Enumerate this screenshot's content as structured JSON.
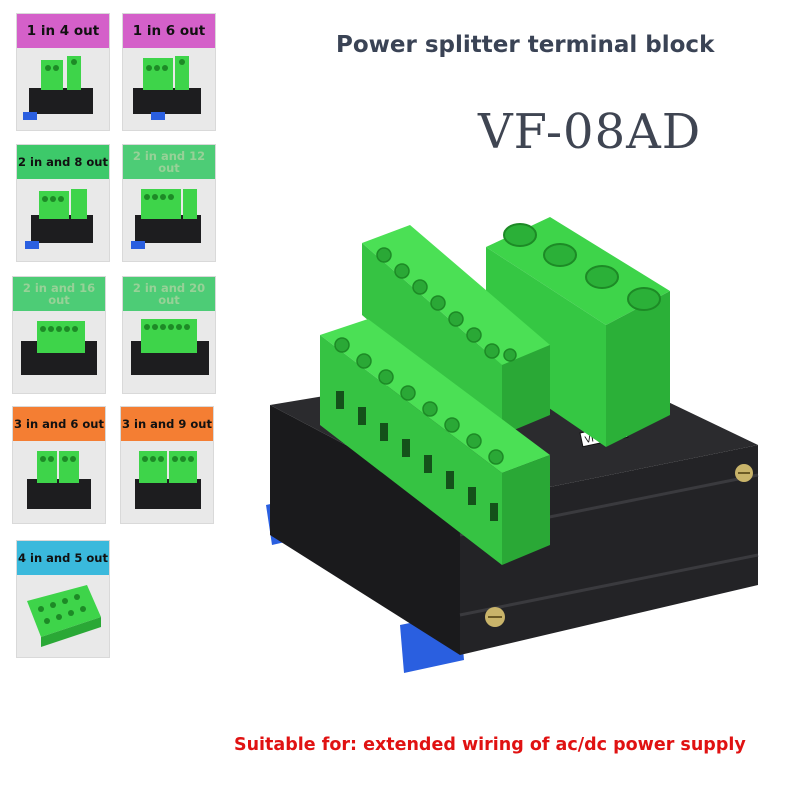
{
  "title": "Power splitter terminal block",
  "model": "VF-08AD",
  "footer": "Suitable for: extended wiring of ac/dc power supply",
  "product_label": "VF-08AD",
  "variants": [
    {
      "label": "1 in 4 out",
      "color": "#d460c9"
    },
    {
      "label": "1 in 6 out",
      "color": "#d460c9"
    },
    {
      "label": "2 in and 8 out",
      "color": "#3dc96a"
    },
    {
      "label": "2 in and 12 out",
      "color": "#3dc96a"
    },
    {
      "label": "2 in and 16 out",
      "color": "#3dc96a"
    },
    {
      "label": "2 in and 20 out",
      "color": "#3dc96a"
    },
    {
      "label": "3 in and 6 out",
      "color": "#f47e33"
    },
    {
      "label": "3 in and 9 out",
      "color": "#f47e33"
    },
    {
      "label": "4 in and 5 out",
      "color": "#3ab9dc"
    }
  ]
}
